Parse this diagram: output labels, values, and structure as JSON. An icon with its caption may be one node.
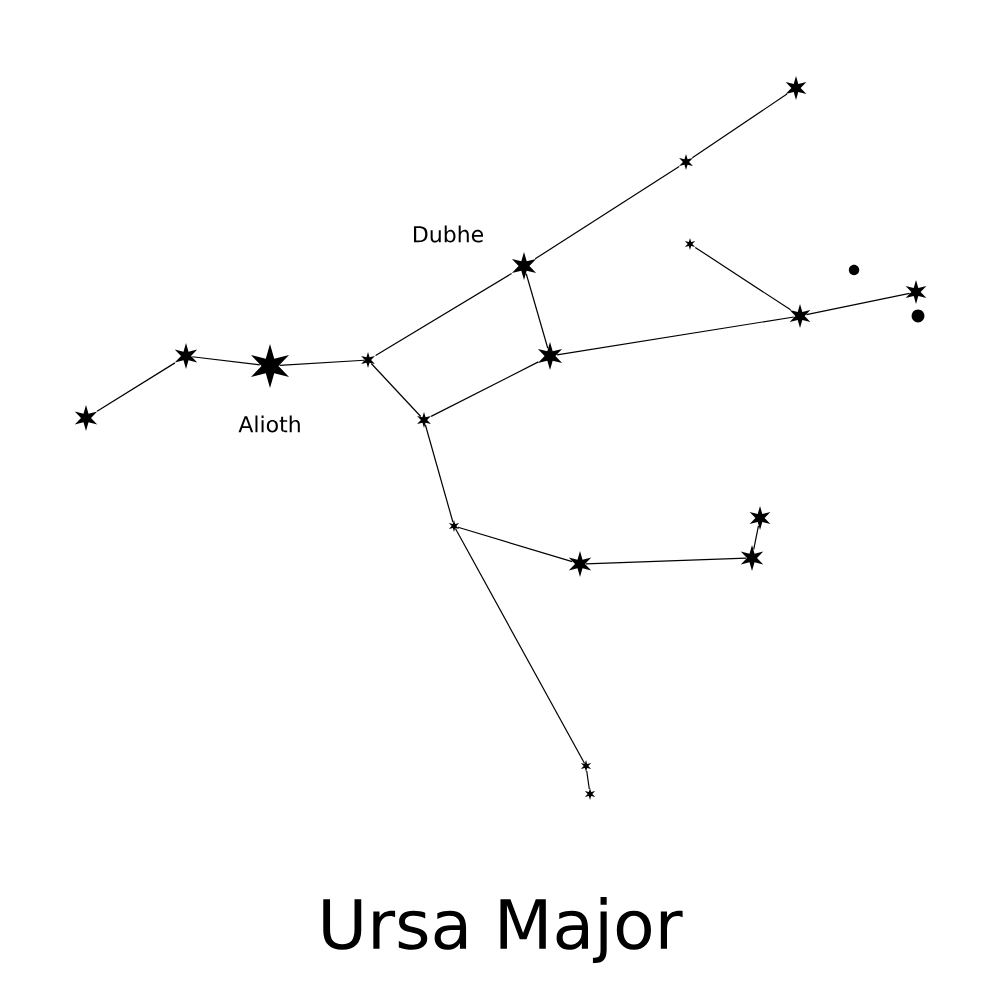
{
  "diagram": {
    "title": "Ursa Major",
    "nodes": [
      {
        "text": [],
        "shape": "star"
      },
      {
        "text": [],
        "shape": "star"
      },
      {
        "text": [],
        "shape": "star",
        "beside": [
          "Alioth"
        ]
      },
      {
        "text": [],
        "shape": "star"
      },
      {
        "text": [],
        "shape": "star"
      },
      {
        "text": [],
        "shape": "star",
        "beside": [
          "Dubhe"
        ]
      },
      {
        "text": [],
        "shape": "star"
      },
      {
        "text": [],
        "shape": "star"
      },
      {
        "text": [],
        "shape": "star"
      },
      {
        "text": [],
        "shape": "star"
      },
      {
        "text": [],
        "shape": "star"
      },
      {
        "text": [],
        "shape": "star"
      },
      {
        "text": [],
        "shape": "star"
      },
      {
        "text": [],
        "shape": "star"
      },
      {
        "text": [],
        "shape": "star"
      },
      {
        "text": [],
        "shape": "star"
      },
      {
        "text": [],
        "shape": "star"
      },
      {
        "text": [],
        "shape": "star"
      }
    ],
    "edges": [
      {
        "from": 0,
        "to": 1,
        "arrow": "none"
      },
      {
        "from": 1,
        "to": 2,
        "arrow": "none"
      },
      {
        "from": 2,
        "to": 3,
        "arrow": "none"
      },
      {
        "from": 3,
        "to": 5,
        "arrow": "none"
      },
      {
        "from": 5,
        "to": 7,
        "arrow": "none"
      },
      {
        "from": 7,
        "to": 8,
        "arrow": "none"
      },
      {
        "from": 3,
        "to": 4,
        "arrow": "none"
      },
      {
        "from": 4,
        "to": 6,
        "arrow": "none"
      },
      {
        "from": 5,
        "to": 6,
        "arrow": "none"
      },
      {
        "from": 6,
        "to": 10,
        "arrow": "none"
      },
      {
        "from": 10,
        "to": 9,
        "arrow": "none"
      },
      {
        "from": 10,
        "to": 11,
        "arrow": "none"
      },
      {
        "from": 4,
        "to": 12,
        "arrow": "none"
      },
      {
        "from": 12,
        "to": 13,
        "arrow": "none"
      },
      {
        "from": 13,
        "to": 14,
        "arrow": "none"
      },
      {
        "from": 14,
        "to": 15,
        "arrow": "none"
      },
      {
        "from": 12,
        "to": 16,
        "arrow": "none"
      },
      {
        "from": 16,
        "to": 17,
        "arrow": "none"
      }
    ]
  }
}
